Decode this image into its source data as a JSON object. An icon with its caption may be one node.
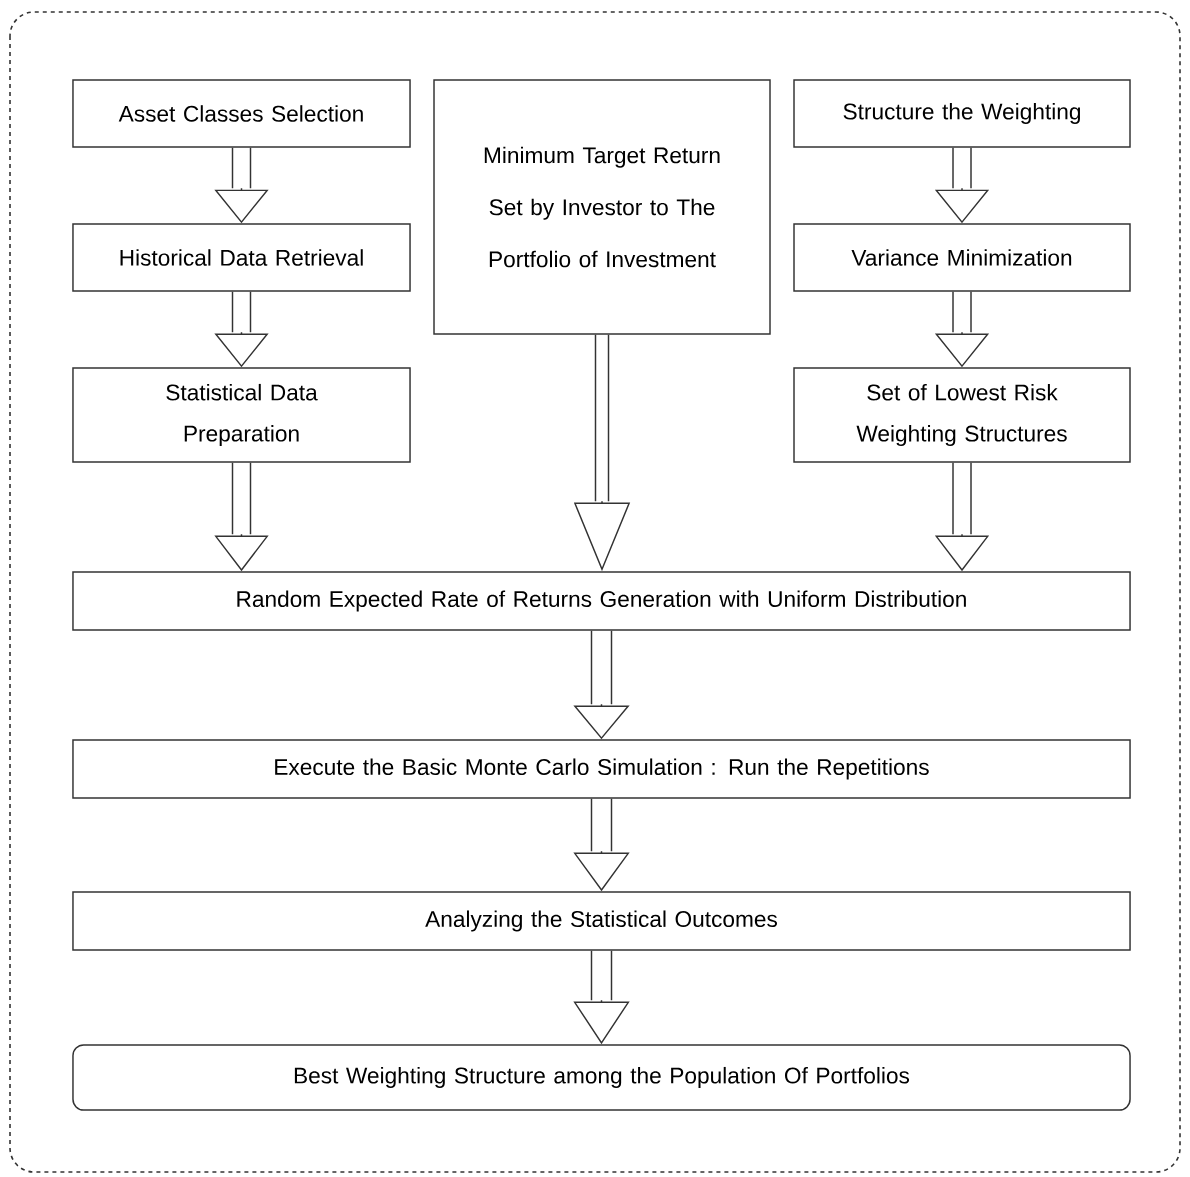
{
  "diagram": {
    "nodes": [
      {
        "text": [
          "Asset Classes Selection"
        ]
      },
      {
        "text": [
          "Historical Data Retrieval"
        ]
      },
      {
        "text": [
          "Statistical Data Preparation"
        ]
      },
      {
        "text": [
          "Minimum Target Return Set by Investor to The Portfolio of Investment"
        ]
      },
      {
        "text": [
          "Structure the Weighting"
        ]
      },
      {
        "text": [
          "Variance Minimization"
        ]
      },
      {
        "text": [
          "Set of Lowest Risk Weighting Structures"
        ]
      },
      {
        "text": [
          "Random Expected Rate of Returns Generation with Uniform Distribution"
        ]
      },
      {
        "text": [
          "Execute the Basic Monte Carlo Simulation : Run the Repetitions"
        ]
      },
      {
        "text": [
          "Analyzing the Statistical Outcomes"
        ]
      },
      {
        "text": [
          "Best Weighting Structure among the Population Of Portfolios"
        ]
      }
    ],
    "edges": [
      {
        "from": 0,
        "to": 1,
        "arrow": "to"
      },
      {
        "from": 1,
        "to": 2,
        "arrow": "to"
      },
      {
        "from": 2,
        "to": 7,
        "arrow": "to"
      },
      {
        "from": 3,
        "to": 7,
        "arrow": "to"
      },
      {
        "from": 4,
        "to": 5,
        "arrow": "to"
      },
      {
        "from": 5,
        "to": 6,
        "arrow": "to"
      },
      {
        "from": 6,
        "to": 7,
        "arrow": "to"
      },
      {
        "from": 7,
        "to": 8,
        "arrow": "to"
      },
      {
        "from": 8,
        "to": 9,
        "arrow": "to"
      },
      {
        "from": 9,
        "to": 10,
        "arrow": "to"
      }
    ]
  }
}
